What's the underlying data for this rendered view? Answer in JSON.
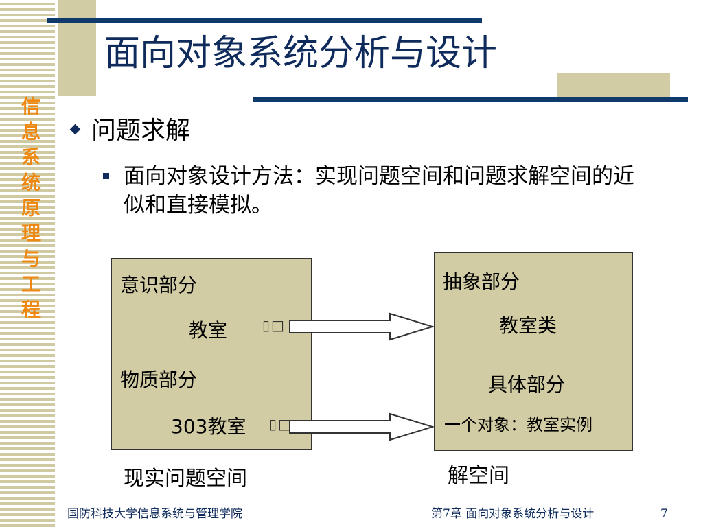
{
  "sidebar": {
    "vertical_title": "信息系统原理与工程"
  },
  "slide": {
    "title": "面向对象系统分析与设计",
    "bullet_level1": "问题求解",
    "bullet_level2": "面向对象设计方法：实现问题空间和问题求解空间的近似和直接模拟。"
  },
  "diagram": {
    "left_panel": {
      "top_heading": "意识部分",
      "top_item": "教室",
      "bottom_heading": "物质部分",
      "bottom_item": "303教室",
      "caption": "现实问题空间"
    },
    "right_panel": {
      "top_heading": "抽象部分",
      "top_item": "教室类",
      "bottom_heading": "具体部分",
      "bottom_item": "一个对象：教室实例",
      "caption": "解空间"
    },
    "connector_glyph": "▯□"
  },
  "footer": {
    "organization": "国防科技大学信息系统与管理学院",
    "chapter": "第7章 面向对象系统分析与设计",
    "page_number": "7"
  },
  "colors": {
    "title": "#0f2b5c",
    "accent_line": "#0f3a6b",
    "panel_fill": "#d1cca3",
    "sidebar_text": "#ee8811"
  }
}
